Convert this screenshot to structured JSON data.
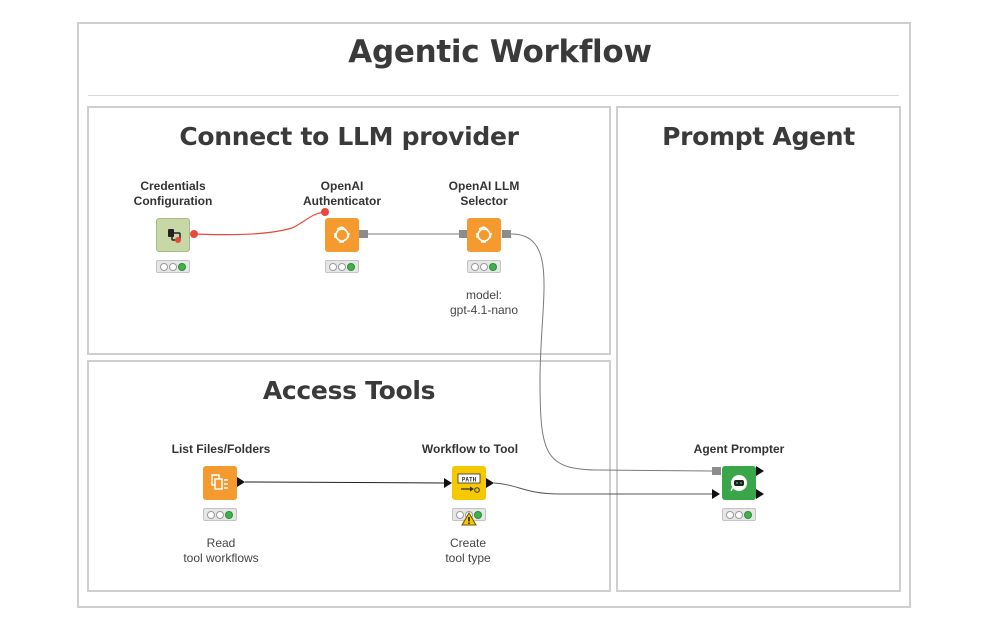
{
  "workflow": {
    "title": "Agentic Workflow",
    "sections": {
      "connect": "Connect to LLM provider",
      "prompt": "Prompt Agent",
      "tools": "Access Tools"
    }
  },
  "nodes": {
    "credentials": {
      "label_line1": "Credentials",
      "label_line2": "Configuration",
      "color": "#c7d7a5"
    },
    "authenticator": {
      "label_line1": "OpenAI",
      "label_line2": "Authenticator",
      "color": "#f59a2e"
    },
    "selector": {
      "label_line1": "OpenAI LLM",
      "label_line2": "Selector",
      "note_line1": "model:",
      "note_line2": "gpt-4.1-nano",
      "color": "#f59a2e"
    },
    "list_files": {
      "label": "List Files/Folders",
      "note_line1": "Read",
      "note_line2": "tool workflows",
      "color": "#f59a2e"
    },
    "workflow_to_tool": {
      "label": "Workflow to Tool",
      "icon_text": "PATH",
      "note_line1": "Create",
      "note_line2": "tool type",
      "color": "#f5c800"
    },
    "agent_prompter": {
      "label": "Agent Prompter",
      "color": "#3aa64a"
    }
  },
  "colors": {
    "credential_wire": "#e8483b",
    "data_wire": "#7a7a7a",
    "status_ok": "#3fb24a",
    "frame_border": "#cfcfcf"
  }
}
